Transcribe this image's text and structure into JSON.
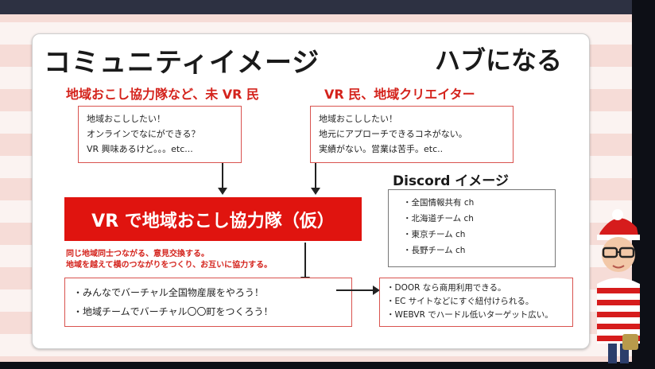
{
  "slide": {
    "title": "コミュニティイメージ",
    "hub_label": "ハブになる",
    "left_heading": "地域おこし協力隊など、未 VR 民",
    "right_heading": "VR 民、地域クリエイター",
    "left_box": [
      "地域おこししたい！",
      "オンラインでなにができる？",
      "VR 興味あるけど。。。etc..."
    ],
    "right_box": [
      "地域おこししたい！",
      "地元にアプローチできるコネがない。",
      "実績がない。営業は苦手。etc.."
    ],
    "discord_heading": "Discord イメージ",
    "discord_channels": [
      "・全国情報共有 ch",
      "・北海道チーム ch",
      "・東京チーム ch",
      "・長野チーム ch"
    ],
    "banner": "VR で地域おこし協力隊（仮）",
    "note_lines": [
      "同じ地域同士つながる、意見交換する。",
      "地域を越えて横のつながりをつくり、お互いに協力する。"
    ],
    "action_box": [
      "・みんなでバーチャル全国物産展をやろう！",
      "・地域チームでバーチャル〇〇町をつくろう！"
    ],
    "benefit_box": [
      "・DOOR なら商用利用できる。",
      "・EC サイトなどにすぐ紐付けられる。",
      "・WEBVR でハードル低いターゲット広い。"
    ]
  },
  "colors": {
    "accent_red": "#e0140f",
    "heading_red": "#d4231c",
    "stripe_pink": "#f6dcd7"
  }
}
